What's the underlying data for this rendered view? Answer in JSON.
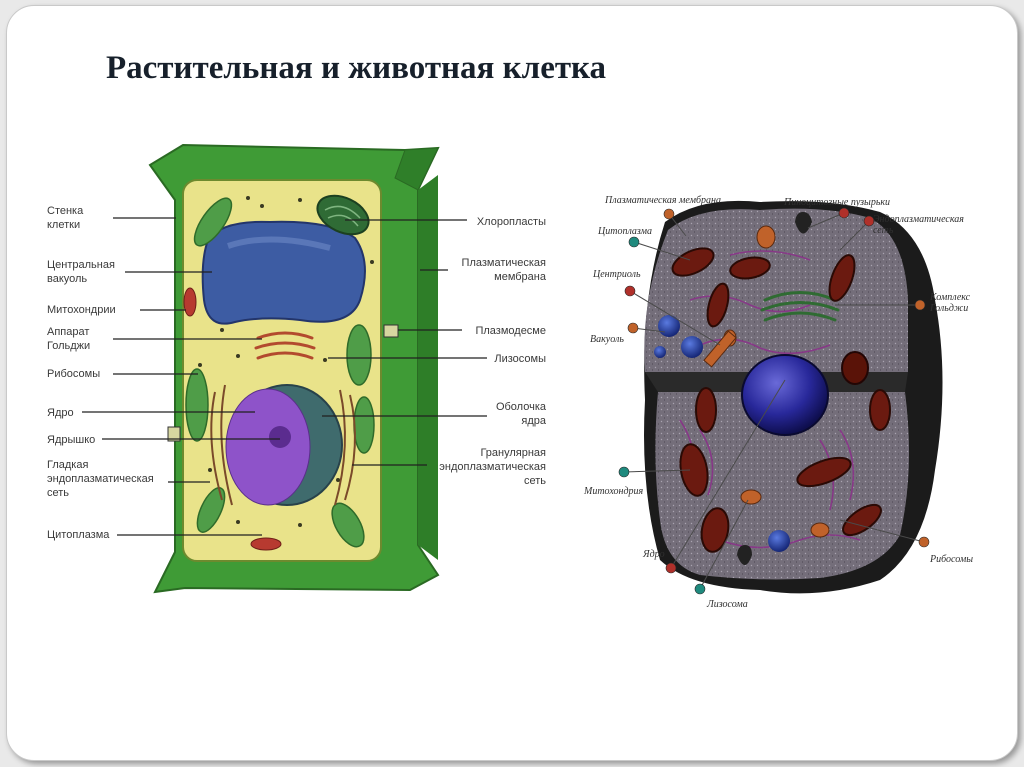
{
  "title": "Растительная и животная клетка",
  "plant_cell": {
    "left_labels": [
      [
        "Стенка",
        "клетки"
      ],
      [
        "Центральная",
        "вакуоль"
      ],
      [
        "Митохондрии"
      ],
      [
        "Аппарат",
        "Гольджи"
      ],
      [
        "Рибосомы"
      ],
      [
        "Ядро"
      ],
      [
        "Ядрышко"
      ],
      [
        "Гладкая",
        "эндоплазматическая",
        "сеть"
      ],
      [
        "Цитоплазма"
      ]
    ],
    "right_labels": [
      [
        "Хлоропласты"
      ],
      [
        "Плазматическая",
        "мембрана"
      ],
      [
        "Плазмодесме"
      ],
      [
        "Лизосомы"
      ],
      [
        "Оболочка",
        "ядра"
      ],
      [
        "Гранулярная",
        "эндоплазматическая",
        "сеть"
      ]
    ]
  },
  "animal_cell": {
    "labels": [
      [
        "Плазматическая мембрана"
      ],
      [
        "Пиноцитозные пузырьки"
      ],
      [
        "Эндоплазматическая",
        "сеть"
      ],
      [
        "Цитоплазма"
      ],
      [
        "Центриоль"
      ],
      [
        "Комплекс",
        "Гольджи"
      ],
      [
        "Вакуоль"
      ],
      [
        "Митохондрия"
      ],
      [
        "Ядро"
      ],
      [
        "Рибосомы"
      ],
      [
        "Лизосома"
      ]
    ]
  }
}
